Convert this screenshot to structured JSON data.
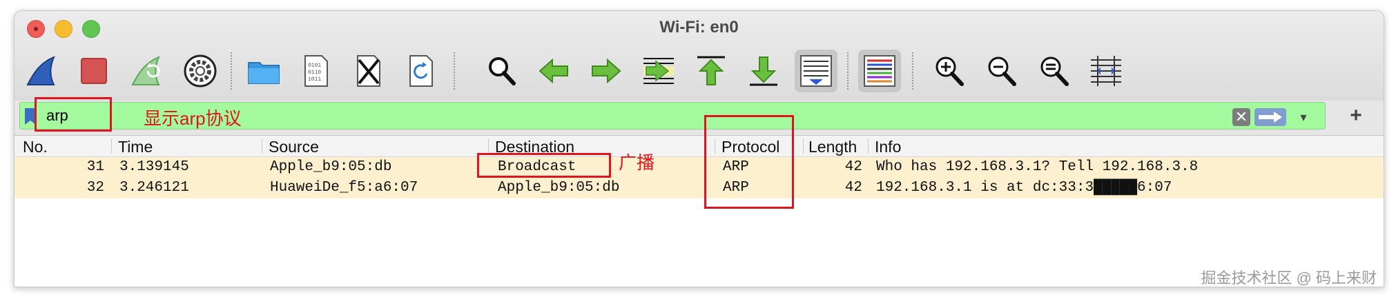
{
  "window": {
    "title": "Wi-Fi: en0"
  },
  "toolbar": {
    "buttons": [
      {
        "icon": "shark-fin-start-icon"
      },
      {
        "icon": "stop-capture-icon"
      },
      {
        "icon": "restart-capture-icon"
      },
      {
        "icon": "capture-options-gear-icon"
      },
      {
        "icon": "open-folder-icon"
      },
      {
        "icon": "save-file-icon"
      },
      {
        "icon": "close-file-icon"
      },
      {
        "icon": "reload-file-icon"
      },
      {
        "icon": "find-packet-icon"
      },
      {
        "icon": "go-back-icon"
      },
      {
        "icon": "go-forward-icon"
      },
      {
        "icon": "go-to-packet-icon"
      },
      {
        "icon": "go-to-first-packet-icon"
      },
      {
        "icon": "go-to-last-packet-icon"
      },
      {
        "icon": "auto-scroll-icon"
      },
      {
        "icon": "colorize-icon"
      },
      {
        "icon": "zoom-in-icon"
      },
      {
        "icon": "zoom-out-icon"
      },
      {
        "icon": "normal-size-icon"
      },
      {
        "icon": "resize-columns-icon"
      }
    ]
  },
  "filter": {
    "value": "arp",
    "clear_glyph": "✕",
    "dropdown_glyph": "▾",
    "add_glyph": "+",
    "filter_bg": "#a3f99e"
  },
  "columns": [
    "No.",
    "Time",
    "Source",
    "Destination",
    "Protocol",
    "Length",
    "Info"
  ],
  "packets": [
    {
      "no": "31",
      "time": "3.139145",
      "source": "Apple_b9:05:db",
      "destination": "Broadcast",
      "protocol": "ARP",
      "length": "42",
      "info": "Who has 192.168.3.1? Tell 192.168.3.8"
    },
    {
      "no": "32",
      "time": "3.246121",
      "source": "HuaweiDe_f5:a6:07",
      "destination": "Apple_b9:05:db",
      "protocol": "ARP",
      "length": "42",
      "info": "192.168.3.1 is at dc:33:3█████6:07"
    }
  ],
  "annotations": {
    "filter_note": "显示arp协议",
    "broadcast_note": "广播",
    "color": "#e0141e"
  },
  "watermark": "掘金技术社区 @ 码上来财"
}
